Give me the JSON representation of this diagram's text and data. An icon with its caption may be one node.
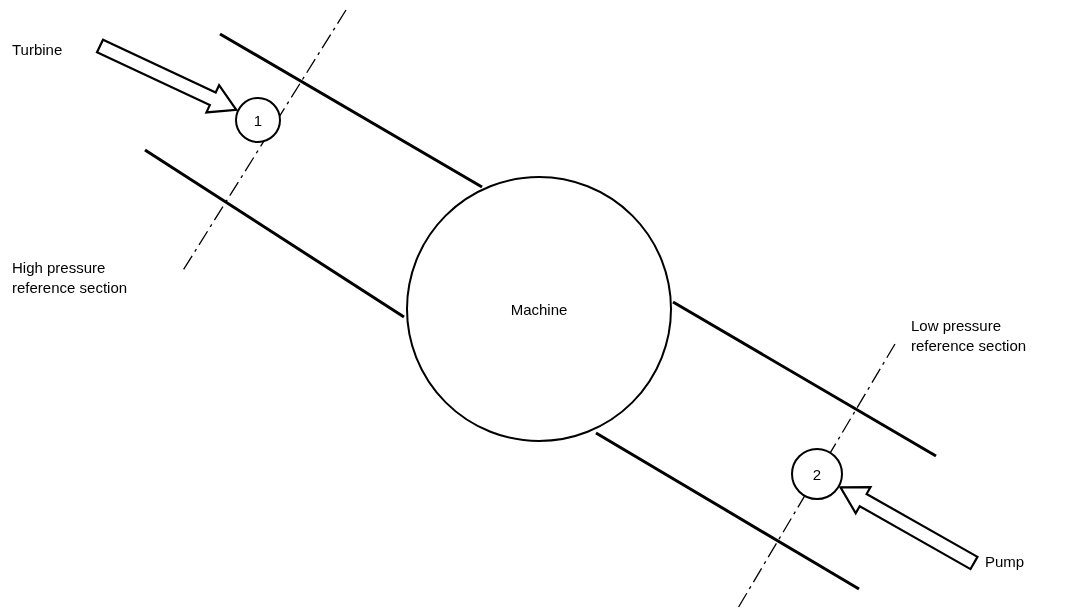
{
  "diagram": {
    "nodes": [
      {
        "text": [
          "Turbine"
        ]
      },
      {
        "text": [
          "1"
        ]
      },
      {
        "text": [
          "Machine"
        ]
      },
      {
        "text": [
          "2"
        ]
      },
      {
        "text": [
          "Pump"
        ]
      }
    ],
    "edges": [
      {
        "from": 0,
        "to": 1,
        "arrow": "to"
      },
      {
        "from": 4,
        "to": 3,
        "arrow": "to"
      }
    ],
    "labels": [
      "High pressure reference section",
      "Low pressure reference section"
    ]
  }
}
